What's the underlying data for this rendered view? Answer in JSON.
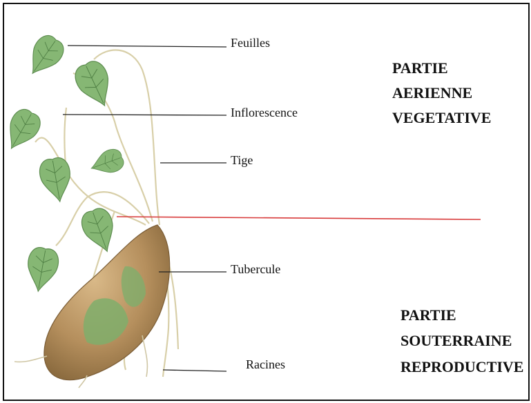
{
  "labels": {
    "feuilles": "Feuilles",
    "inflorescence": "Inflorescence",
    "tige": "Tige",
    "tubercule": "Tubercule",
    "racines": "Racines"
  },
  "aerial_part": [
    "PARTIE",
    "AERIENNE",
    "VEGETATIVE"
  ],
  "underground_part": [
    "PARTIE",
    "SOUTERRAINE",
    "REPRODUCTIVE"
  ],
  "colors": {
    "divider_line": "#d83a3a",
    "leaf": "#7fb06a",
    "leaf_vein": "#4f7f44",
    "tuber": "#b08a5a",
    "stem": "#d8cfa8",
    "leader_line": "#222222"
  }
}
